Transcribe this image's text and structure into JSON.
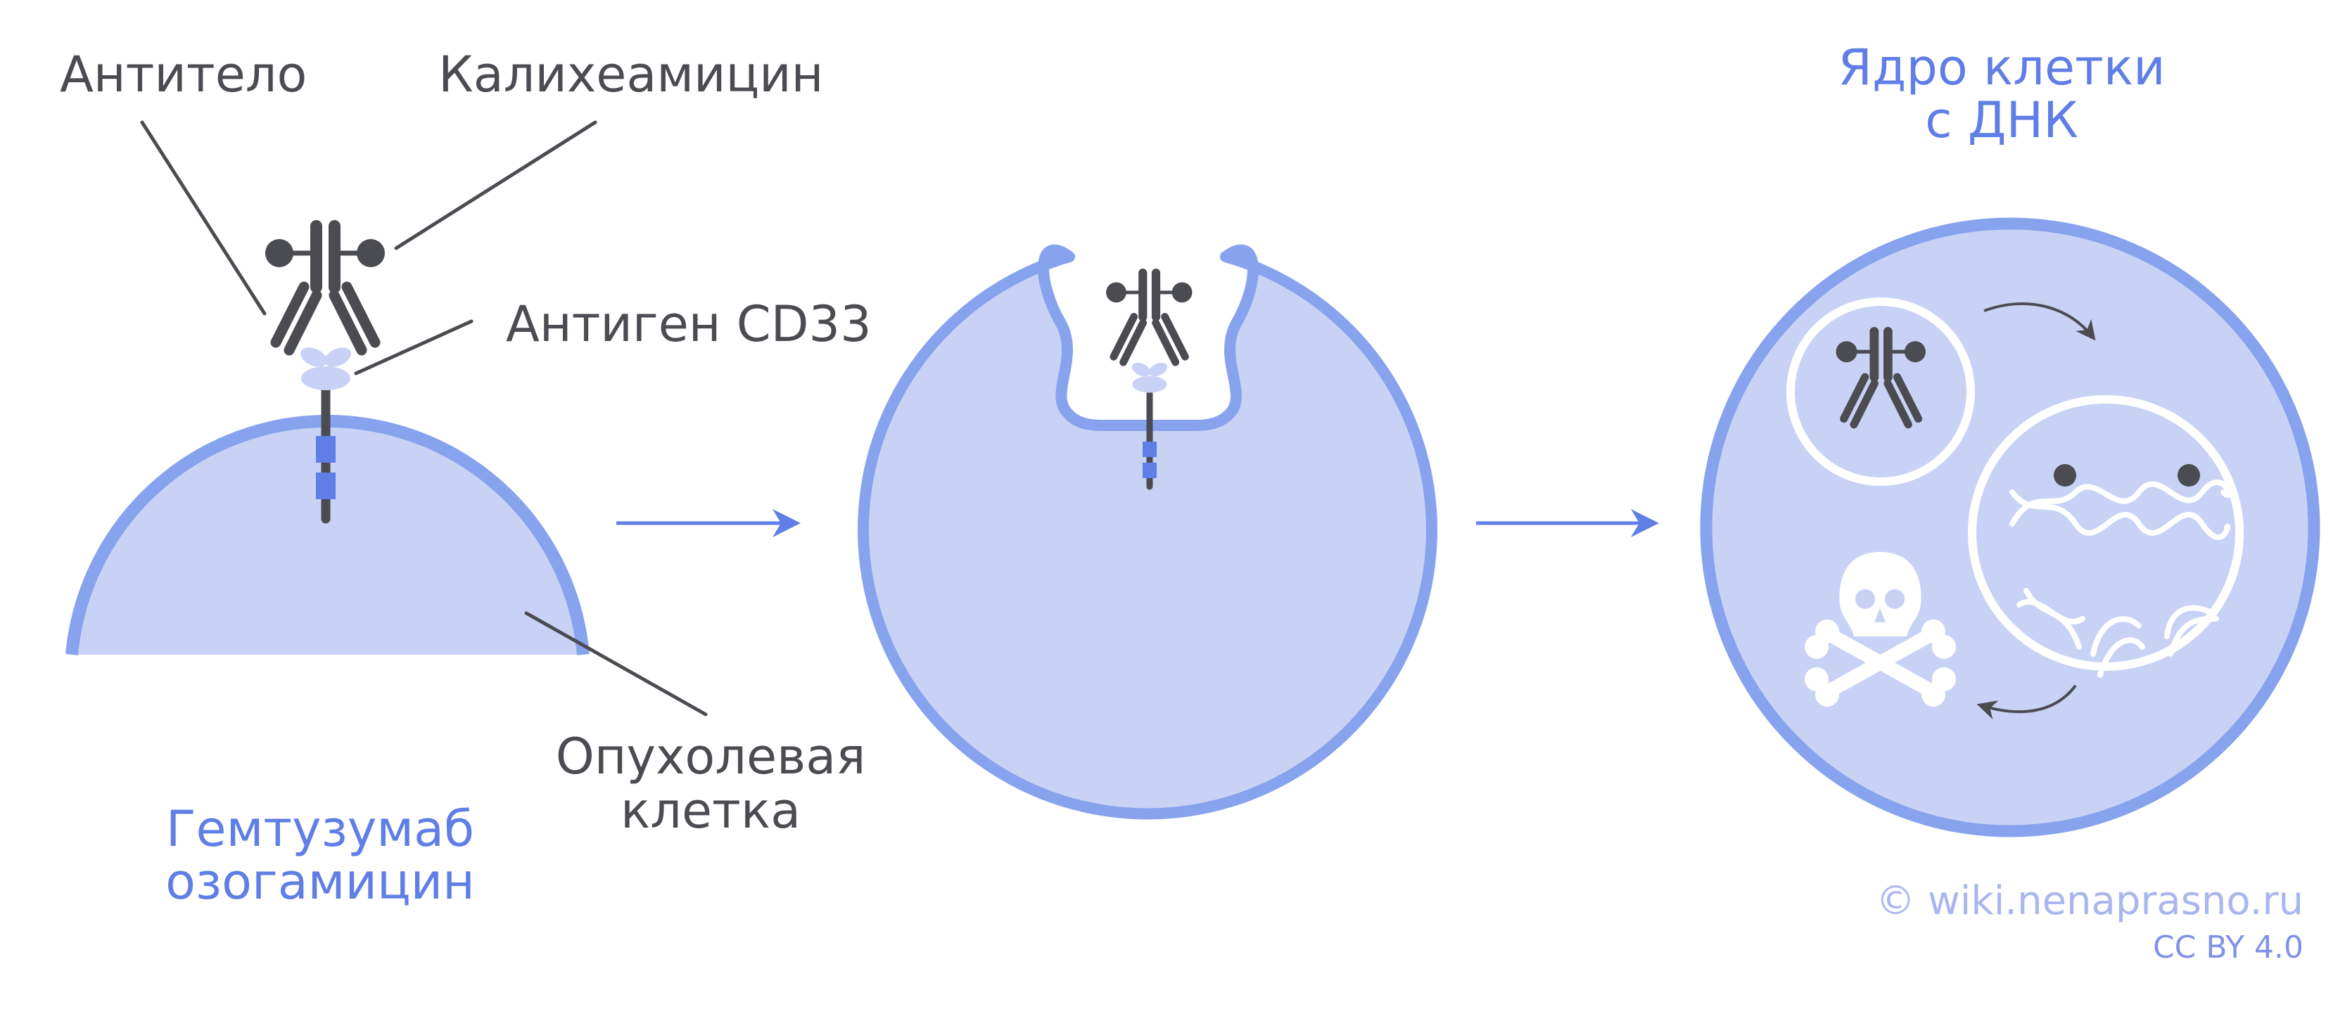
{
  "labels": {
    "antibody": "Антитело",
    "calicheamicin": "Калихеамицин",
    "antigen": "Антиген CD33",
    "tumor_cell_line1": "Опухолевая",
    "tumor_cell_line2": "клетка",
    "drug_line1": "Гемтузумаб",
    "drug_line2": "озогамицин",
    "nucleus_line1": "Ядро клетки",
    "nucleus_line2": "с ДНК"
  },
  "watermark": {
    "site": "© wiki.nenaprasno.ru",
    "license": "CC BY 4.0"
  },
  "colors": {
    "cell_fill": "#c8d2f5",
    "membrane": "#87a3ee",
    "dark": "#4b4b52",
    "accent": "#5f7ee6",
    "antigen": "#c8d2f5",
    "receptor_block": "#5f7ee6"
  },
  "icons": [
    "antibody-icon",
    "antigen-icon",
    "arrow-right-icon",
    "dna-icon",
    "skull-crossbones-icon",
    "curved-arrow-icon"
  ]
}
